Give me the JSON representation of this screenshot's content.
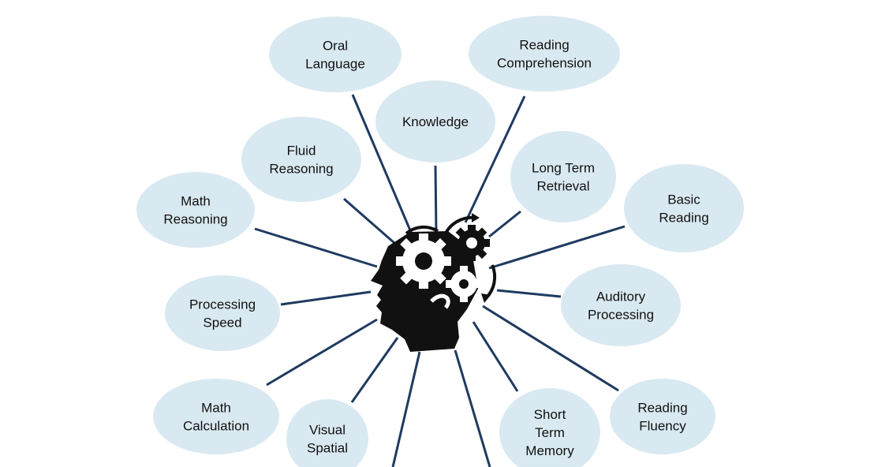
{
  "colors": {
    "bubble": "#d9e9f1",
    "line": "#1f3a60",
    "head": "#111111",
    "text": "#111111"
  },
  "icon": "head-with-gears-icon",
  "nodes": [
    {
      "id": "oral-language",
      "lines": [
        "Oral",
        "Language"
      ]
    },
    {
      "id": "reading-comprehension",
      "lines": [
        "Reading",
        "Comprehension"
      ]
    },
    {
      "id": "knowledge",
      "lines": [
        "Knowledge"
      ]
    },
    {
      "id": "fluid-reasoning",
      "lines": [
        "Fluid",
        "Reasoning"
      ]
    },
    {
      "id": "long-term-retrieval",
      "lines": [
        "Long Term",
        "Retrieval"
      ]
    },
    {
      "id": "math-reasoning",
      "lines": [
        "Math",
        "Reasoning"
      ]
    },
    {
      "id": "basic-reading",
      "lines": [
        "Basic",
        "Reading"
      ]
    },
    {
      "id": "processing-speed",
      "lines": [
        "Processing",
        "Speed"
      ]
    },
    {
      "id": "auditory-processing",
      "lines": [
        "Auditory",
        "Processing"
      ]
    },
    {
      "id": "math-calculation",
      "lines": [
        "Math",
        "Calculation"
      ]
    },
    {
      "id": "visual-spatial",
      "lines": [
        "Visual",
        "Spatial"
      ]
    },
    {
      "id": "short-term-memory",
      "lines": [
        "Short",
        "Term",
        "Memory"
      ]
    },
    {
      "id": "reading-fluency",
      "lines": [
        "Reading",
        "Fluency"
      ]
    }
  ]
}
